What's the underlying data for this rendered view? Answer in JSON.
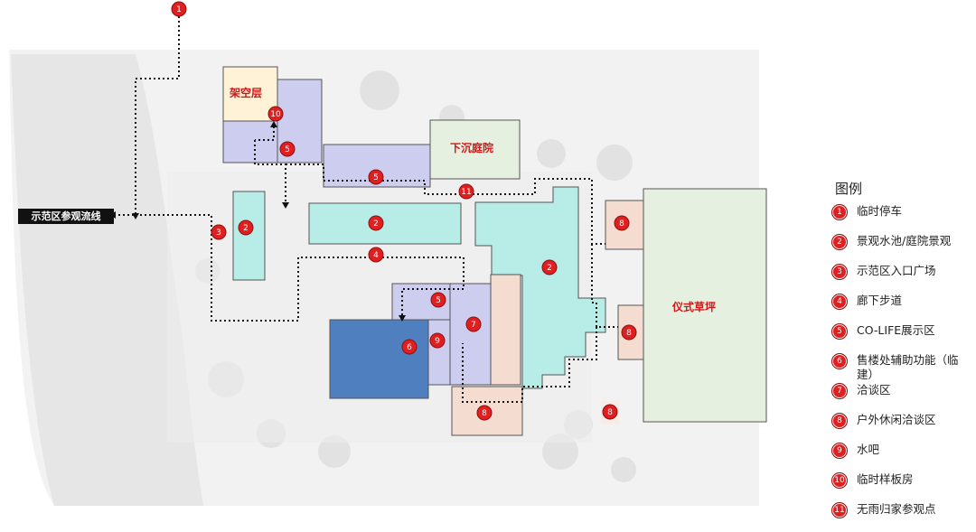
{
  "zones": {
    "elevated_floor": "架空层",
    "sunken_courtyard": "下沉庭院",
    "ceremonial_lawn": "仪式草坪"
  },
  "flow_label": "示范区参观流线",
  "legend": {
    "title": "图例",
    "items": [
      {
        "num": "1",
        "label": "临时停车"
      },
      {
        "num": "2",
        "label": "景观水池/庭院景观"
      },
      {
        "num": "3",
        "label": "示范区入口广场"
      },
      {
        "num": "4",
        "label": "廊下步道"
      },
      {
        "num": "5",
        "label": "CO-LIFE展示区"
      },
      {
        "num": "6",
        "label": "售楼处辅助功能（临建）"
      },
      {
        "num": "7",
        "label": "洽谈区"
      },
      {
        "num": "8",
        "label": "户外休闲洽谈区"
      },
      {
        "num": "9",
        "label": "水吧"
      },
      {
        "num": "10",
        "label": "临时样板房"
      },
      {
        "num": "11",
        "label": "无雨归家参观点"
      }
    ]
  },
  "colors": {
    "marker_red": "#e02020",
    "water_cyan": "#b8ece6",
    "building_purple": "#c4c4ee",
    "sales_blue": "#4f7fbf",
    "lawn_green": "#e6f0e0",
    "outdoor_peach": "#f4dcd0",
    "elevated_yellow": "#fff2d6"
  }
}
